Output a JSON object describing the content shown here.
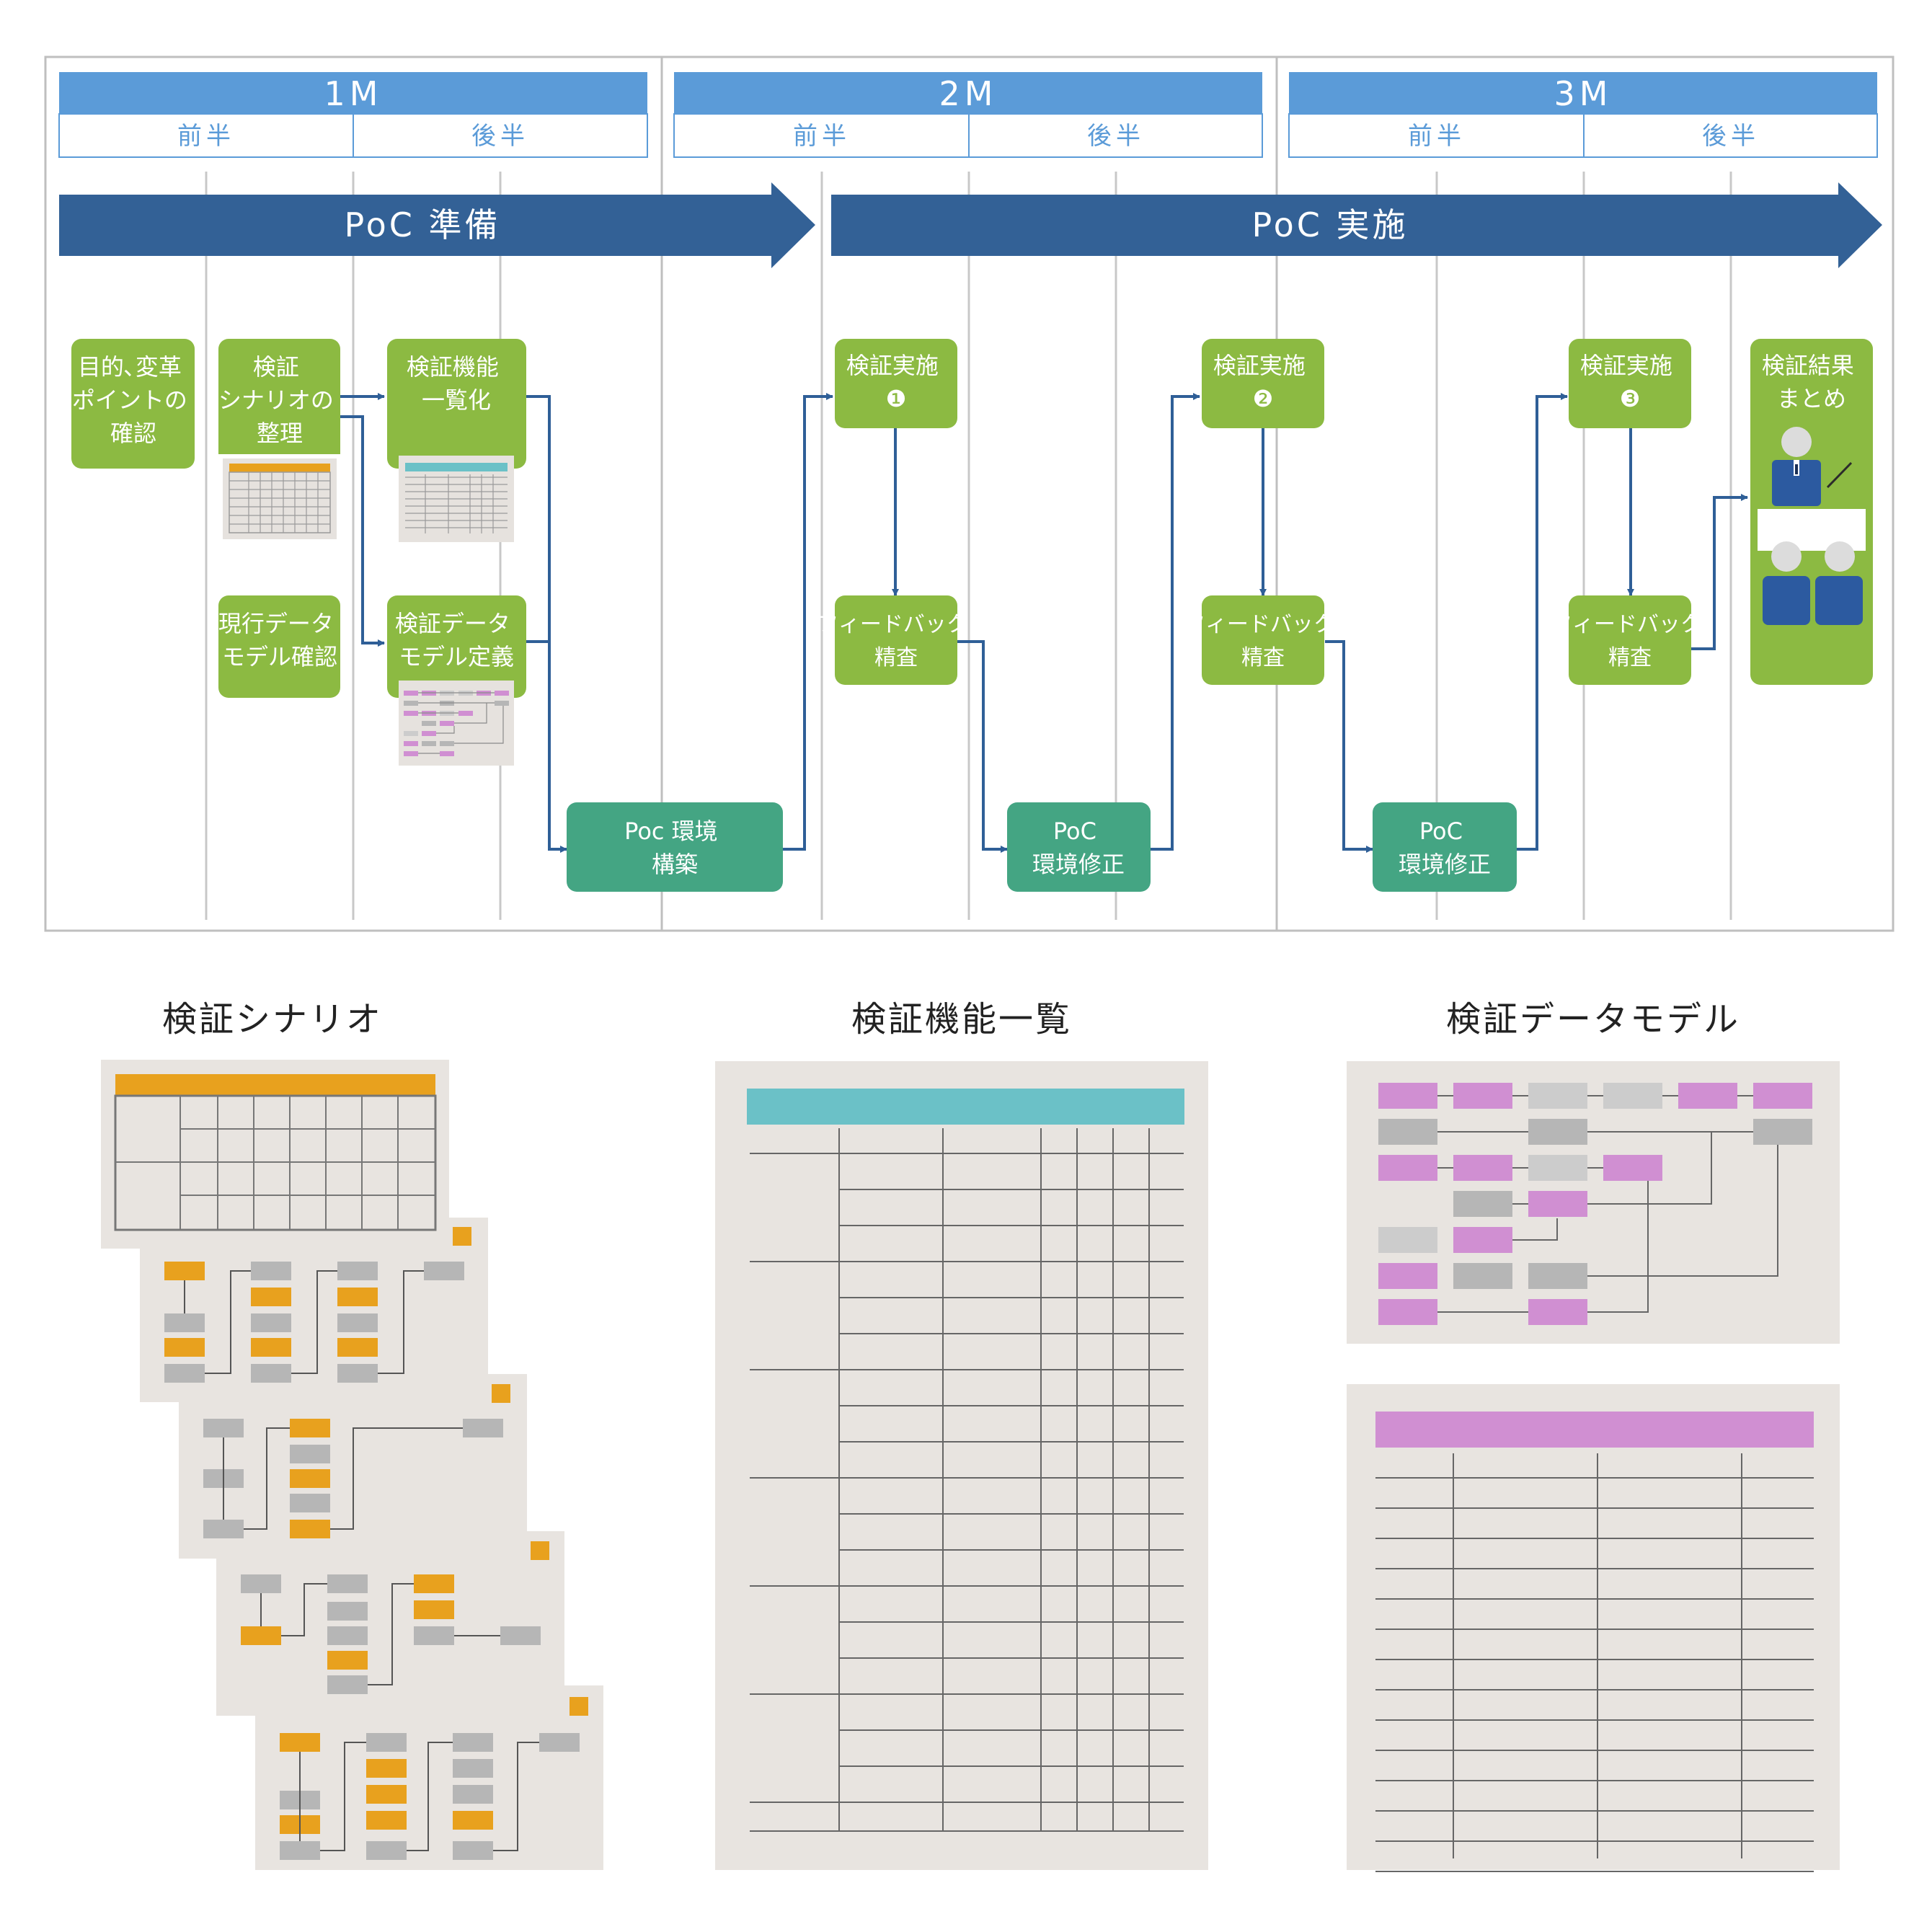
{
  "timeline": {
    "months": [
      {
        "label": "1M",
        "first_half": "前半",
        "second_half": "後半"
      },
      {
        "label": "2M",
        "first_half": "前半",
        "second_half": "後半"
      },
      {
        "label": "3M",
        "first_half": "前半",
        "second_half": "後半"
      }
    ]
  },
  "phases": {
    "prep": "PoC 準備",
    "exec": "PoC 実施"
  },
  "boxes": {
    "purpose": [
      "目的､変革",
      "ポイントの",
      "確認"
    ],
    "scenario": [
      "検証",
      "シナリオの",
      "整理"
    ],
    "function_list": [
      "検証機能",
      "一覧化"
    ],
    "current_data": [
      "現行データ",
      "モデル確認"
    ],
    "data_model_def": [
      "検証データ",
      "モデル定義"
    ],
    "env_build": [
      "Poc 環境",
      "構築"
    ],
    "exec1": [
      "検証実施",
      "❶"
    ],
    "feedback1": [
      "フィードバック",
      "精査"
    ],
    "env_fix1": [
      "PoC",
      "環境修正"
    ],
    "exec2": [
      "検証実施",
      "❷"
    ],
    "feedback2": [
      "フィードバック",
      "精査"
    ],
    "env_fix2": [
      "PoC",
      "環境修正"
    ],
    "exec3": [
      "検証実施",
      "❸"
    ],
    "feedback3": [
      "フィードバック",
      "精査"
    ],
    "summary": [
      "検証結果",
      "まとめ"
    ]
  },
  "documents": {
    "scenario_title": "検証シナリオ",
    "function_list_title": "検証機能一覧",
    "data_model_title": "検証データモデル"
  },
  "colors": {
    "header_blue": "#5b9bd8",
    "arrow_navy": "#336196",
    "task_green": "#8cba42",
    "env_teal": "#44a583",
    "connector": "#2f5f97",
    "doc_bg": "#e8e4e0",
    "orange": "#e8a11e",
    "teal_header": "#6bc1c7",
    "pink": "#d08fd2",
    "gray_block": "#b6b6b6",
    "light_gray_block": "#cccccc"
  }
}
